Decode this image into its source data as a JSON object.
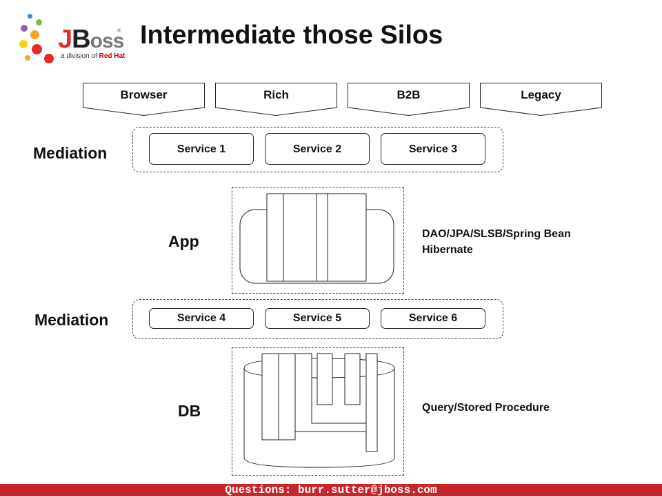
{
  "logo": {
    "j": "J",
    "b": "B",
    "oss": "oss",
    "reg": "®",
    "sub_prefix": "a division of ",
    "sub_brand": "Red Hat"
  },
  "title": "Intermediate those Silos",
  "clients": [
    "Browser",
    "Rich",
    "B2B",
    "Legacy"
  ],
  "mediation_top": {
    "label": "Mediation",
    "services": [
      "Service 1",
      "Service 2",
      "Service 3"
    ]
  },
  "app": {
    "label": "App",
    "note_line1": "DAO/JPA/SLSB/Spring Bean",
    "note_line2": "Hibernate"
  },
  "mediation_bottom": {
    "label": "Mediation",
    "services": [
      "Service 4",
      "Service 5",
      "Service 6"
    ]
  },
  "db": {
    "label": "DB",
    "note": "Query/Stored Procedure"
  },
  "footer": "Questions: burr.sutter@jboss.com",
  "colors": {
    "accent_red": "#c8252b",
    "logo_dots": [
      "#e22b2b",
      "#f5a623",
      "#7ac143",
      "#3a8fd6",
      "#9b59b6",
      "#f7d117"
    ]
  }
}
